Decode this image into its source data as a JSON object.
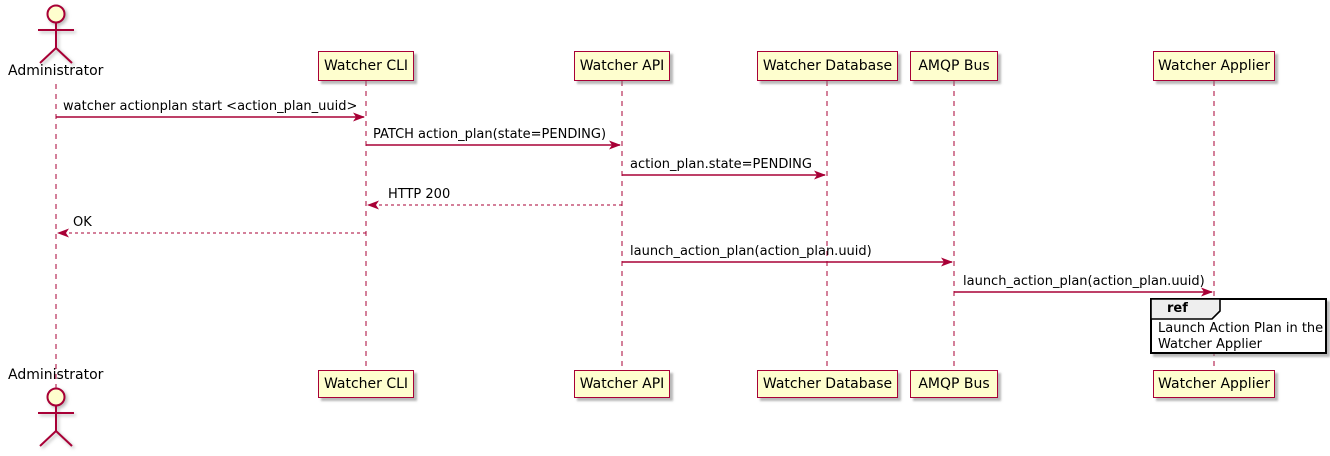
{
  "colors": {
    "accent": "#A80036",
    "participant_fill": "#FEFECE",
    "text": "#000000",
    "ref_header_fill": "#EEEEEE",
    "ref_border": "#000000",
    "bg": "#FFFFFF"
  },
  "actors": {
    "top_label": "Administrator",
    "bottom_label": "Administrator"
  },
  "participants": [
    {
      "label": "Watcher CLI"
    },
    {
      "label": "Watcher API"
    },
    {
      "label": "Watcher Database"
    },
    {
      "label": "AMQP Bus"
    },
    {
      "label": "Watcher Applier"
    }
  ],
  "messages": [
    {
      "text": "watcher actionplan start <action_plan_uuid>",
      "from": "Administrator",
      "to": "Watcher CLI",
      "style": "solid"
    },
    {
      "text": "PATCH action_plan(state=PENDING)",
      "from": "Watcher CLI",
      "to": "Watcher API",
      "style": "solid"
    },
    {
      "text": "action_plan.state=PENDING",
      "from": "Watcher API",
      "to": "Watcher Database",
      "style": "solid"
    },
    {
      "text": "HTTP 200",
      "from": "Watcher API",
      "to": "Watcher CLI",
      "style": "dashed"
    },
    {
      "text": "OK",
      "from": "Watcher CLI",
      "to": "Administrator",
      "style": "dashed"
    },
    {
      "text": "launch_action_plan(action_plan.uuid)",
      "from": "Watcher API",
      "to": "AMQP Bus",
      "style": "solid"
    },
    {
      "text": "launch_action_plan(action_plan.uuid)",
      "from": "AMQP Bus",
      "to": "Watcher Applier",
      "style": "solid"
    }
  ],
  "ref_fragment": {
    "keyword": "ref",
    "line1": "Launch Action Plan in the",
    "line2": "Watcher Applier"
  }
}
